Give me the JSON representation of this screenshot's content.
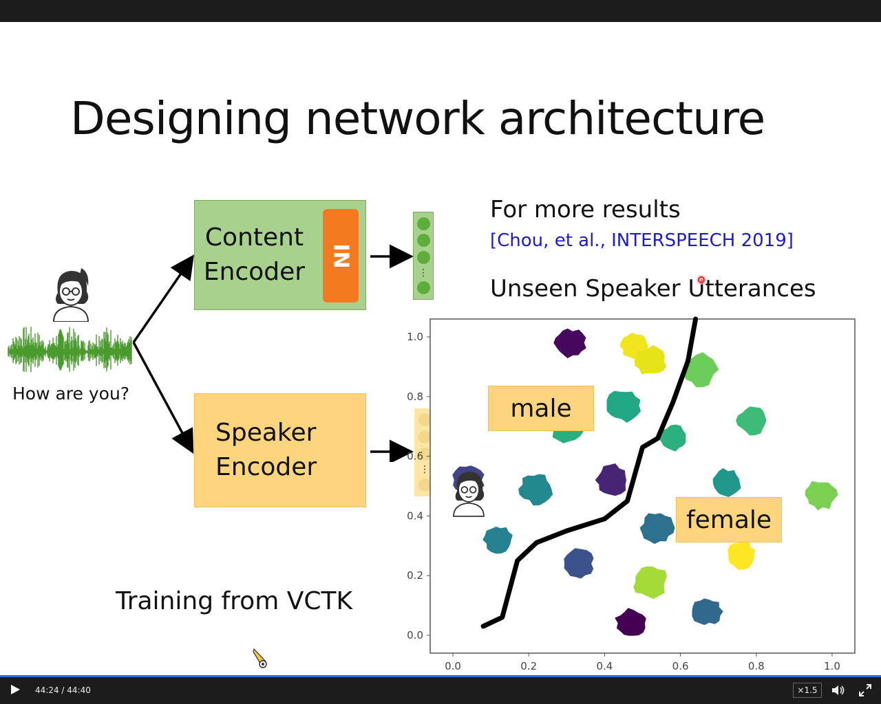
{
  "slide": {
    "title": "Designing network architecture",
    "content_encoder_label": "Content Encoder",
    "in_label": "IN",
    "speaker_encoder_label": "Speaker Encoder",
    "audio_caption": "How are you?",
    "more_results": "For more results",
    "citation": "[Chou, et al., INTERSPEECH 2019]",
    "plot_title": "Unseen Speaker Utterances",
    "training_note": "Training from VCTK",
    "male_label": "male",
    "female_label": "female"
  },
  "chart_data": {
    "type": "scatter",
    "title": "Unseen Speaker Utterances",
    "xlabel": "",
    "ylabel": "",
    "xlim": [
      -0.06,
      1.06
    ],
    "ylim": [
      -0.06,
      1.06
    ],
    "x_ticks": [
      "0.0",
      "0.2",
      "0.4",
      "0.6",
      "0.8",
      "1.0"
    ],
    "y_ticks": [
      "0.0",
      "0.2",
      "0.4",
      "0.6",
      "0.8",
      "1.0"
    ],
    "grid": false,
    "clusters": [
      {
        "x": 0.31,
        "y": 0.98,
        "color": "#46085c"
      },
      {
        "x": 0.48,
        "y": 0.97,
        "color": "#f1e51d"
      },
      {
        "x": 0.52,
        "y": 0.92,
        "color": "#e6e419"
      },
      {
        "x": 0.65,
        "y": 0.89,
        "color": "#6ccd5a"
      },
      {
        "x": 0.45,
        "y": 0.77,
        "color": "#22a785"
      },
      {
        "x": 0.79,
        "y": 0.72,
        "color": "#3bbb75"
      },
      {
        "x": 0.3,
        "y": 0.7,
        "color": "#29af7f"
      },
      {
        "x": 0.58,
        "y": 0.66,
        "color": "#2cb17e"
      },
      {
        "x": 0.04,
        "y": 0.52,
        "color": "#414487"
      },
      {
        "x": 0.22,
        "y": 0.49,
        "color": "#23898e"
      },
      {
        "x": 0.42,
        "y": 0.52,
        "color": "#482475"
      },
      {
        "x": 0.72,
        "y": 0.51,
        "color": "#1f988b"
      },
      {
        "x": 0.97,
        "y": 0.47,
        "color": "#7ad151"
      },
      {
        "x": 0.54,
        "y": 0.36,
        "color": "#2c728e"
      },
      {
        "x": 0.12,
        "y": 0.32,
        "color": "#26828e"
      },
      {
        "x": 0.33,
        "y": 0.24,
        "color": "#3b528b"
      },
      {
        "x": 0.52,
        "y": 0.18,
        "color": "#a5db36"
      },
      {
        "x": 0.47,
        "y": 0.04,
        "color": "#440154"
      },
      {
        "x": 0.67,
        "y": 0.08,
        "color": "#31688e"
      },
      {
        "x": 0.76,
        "y": 0.27,
        "color": "#fde725"
      }
    ],
    "boundary_line": [
      [
        0.08,
        0.03
      ],
      [
        0.13,
        0.06
      ],
      [
        0.17,
        0.25
      ],
      [
        0.22,
        0.31
      ],
      [
        0.3,
        0.35
      ],
      [
        0.4,
        0.39
      ],
      [
        0.46,
        0.45
      ],
      [
        0.5,
        0.63
      ],
      [
        0.54,
        0.66
      ],
      [
        0.58,
        0.78
      ],
      [
        0.62,
        0.92
      ],
      [
        0.64,
        1.06
      ]
    ]
  },
  "player": {
    "time": "44:24 / 44:40",
    "speed": "×1.5"
  },
  "icons": {
    "play": "play-icon",
    "volume": "volume-icon",
    "fullscreen": "fullscreen-icon",
    "person": "person-icon",
    "waveform": "waveform-icon",
    "pen_cursor": "pen-cursor-icon"
  },
  "colors": {
    "content_encoder": "#a9d18e",
    "speaker_encoder": "#fdd57e",
    "in_block": "#f47a20",
    "citation": "#1a1ad6",
    "progress": "#2a6fd6"
  }
}
